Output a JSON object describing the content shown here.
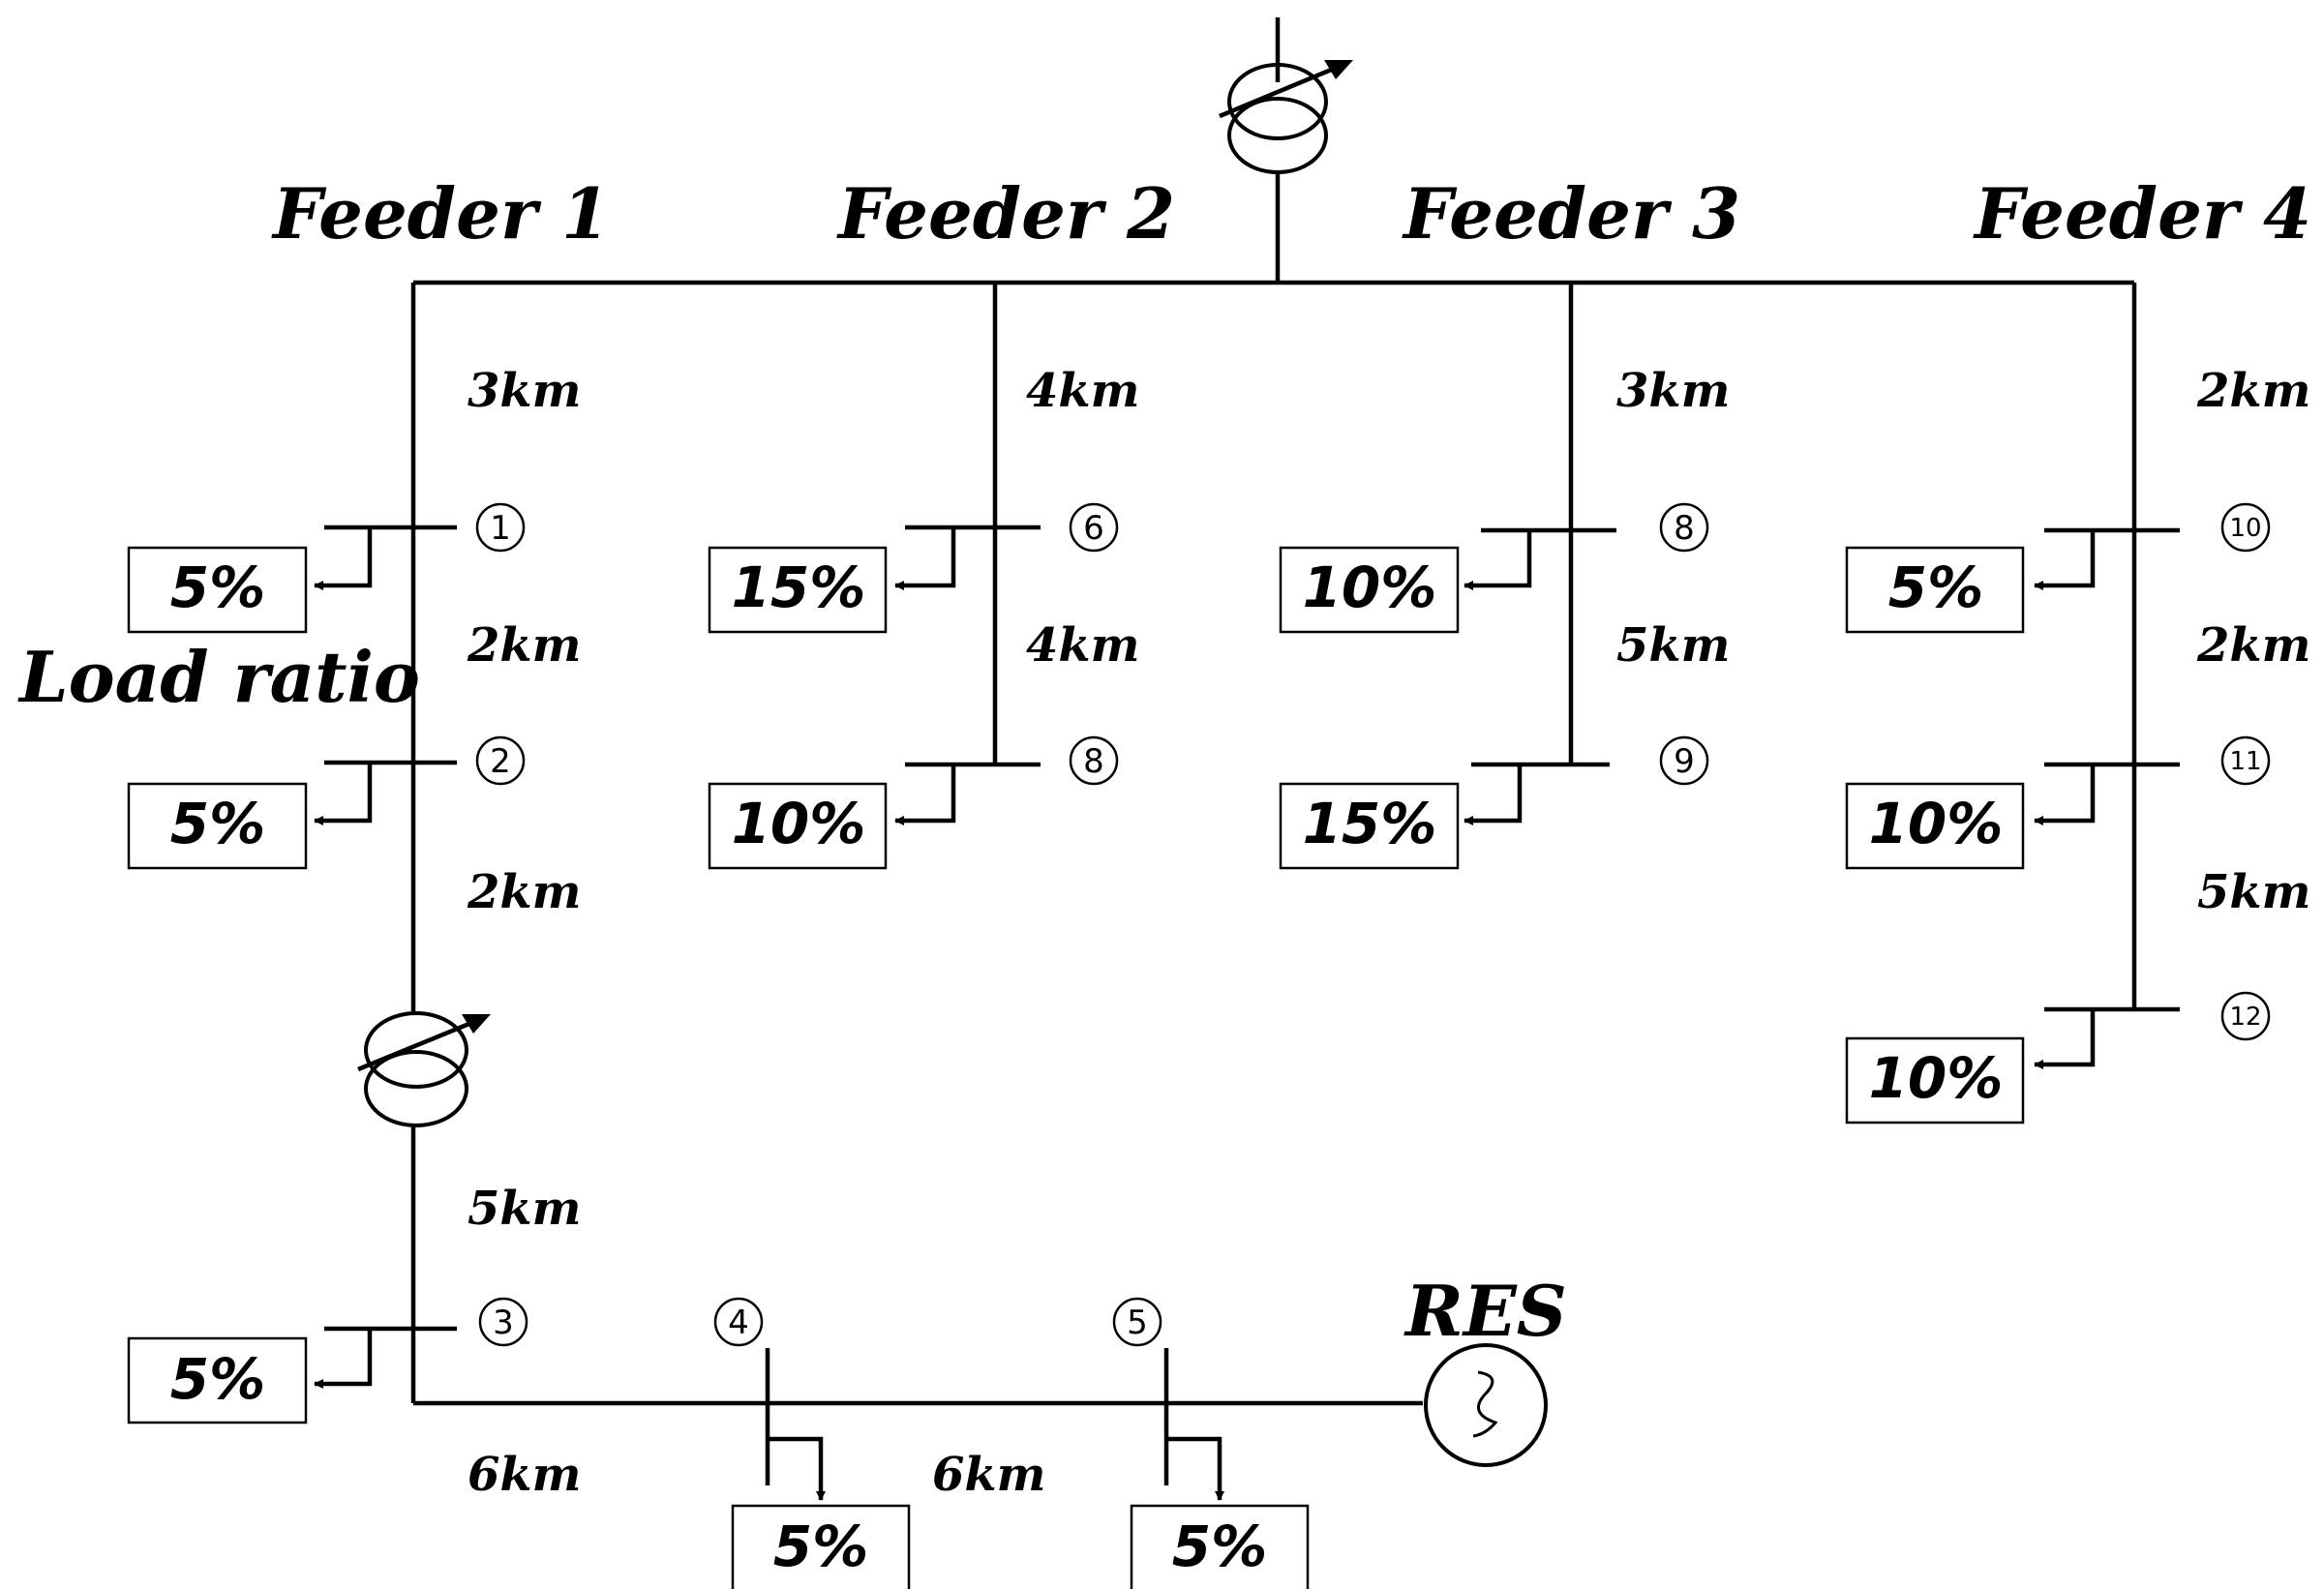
{
  "feeders": [
    {
      "label": "Feeder 1"
    },
    {
      "label": "Feeder 2"
    },
    {
      "label": "Feeder 3"
    },
    {
      "label": "Feeder 4"
    }
  ],
  "load_ratio_label": "Load ratio",
  "res_label": "RES",
  "distances": {
    "f1_a": "3km",
    "f1_b": "2km",
    "f1_c": "2km",
    "f1_d": "5km",
    "f1_e": "6km",
    "f1_f": "6km",
    "f2_a": "4km",
    "f2_b": "4km",
    "f3_a": "3km",
    "f3_b": "5km",
    "f4_a": "2km",
    "f4_b": "2km",
    "f4_c": "5km"
  },
  "nodes": {
    "n1": "1",
    "n2": "2",
    "n3": "3",
    "n4": "4",
    "n5": "5",
    "n6": "6",
    "n8a": "8",
    "n8b": "8",
    "n9": "9",
    "n10": "10",
    "n11": "11",
    "n12": "12"
  },
  "loads": {
    "l1": "5%",
    "l2": "5%",
    "l3": "5%",
    "l4": "5%",
    "l5": "5%",
    "l6": "15%",
    "l7": "10%",
    "l8": "10%",
    "l9": "15%",
    "l10": "5%",
    "l11": "10%",
    "l12": "10%"
  }
}
